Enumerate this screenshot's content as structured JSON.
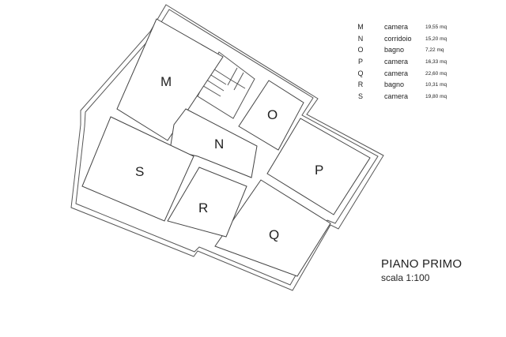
{
  "rooms": [
    {
      "id": "M",
      "name": "camera",
      "area": "19,55 mq"
    },
    {
      "id": "N",
      "name": "corridoio",
      "area": "15,20 mq"
    },
    {
      "id": "O",
      "name": "bagno",
      "area": "7,22 mq"
    },
    {
      "id": "P",
      "name": "camera",
      "area": "16,33 mq"
    },
    {
      "id": "Q",
      "name": "camera",
      "area": "22,60 mq"
    },
    {
      "id": "R",
      "name": "bagno",
      "area": "10,31 mq"
    },
    {
      "id": "S",
      "name": "camera",
      "area": "19,80 mq"
    }
  ],
  "plan": {
    "title": "PIANO PRIMO",
    "scale": "scala 1:100"
  }
}
